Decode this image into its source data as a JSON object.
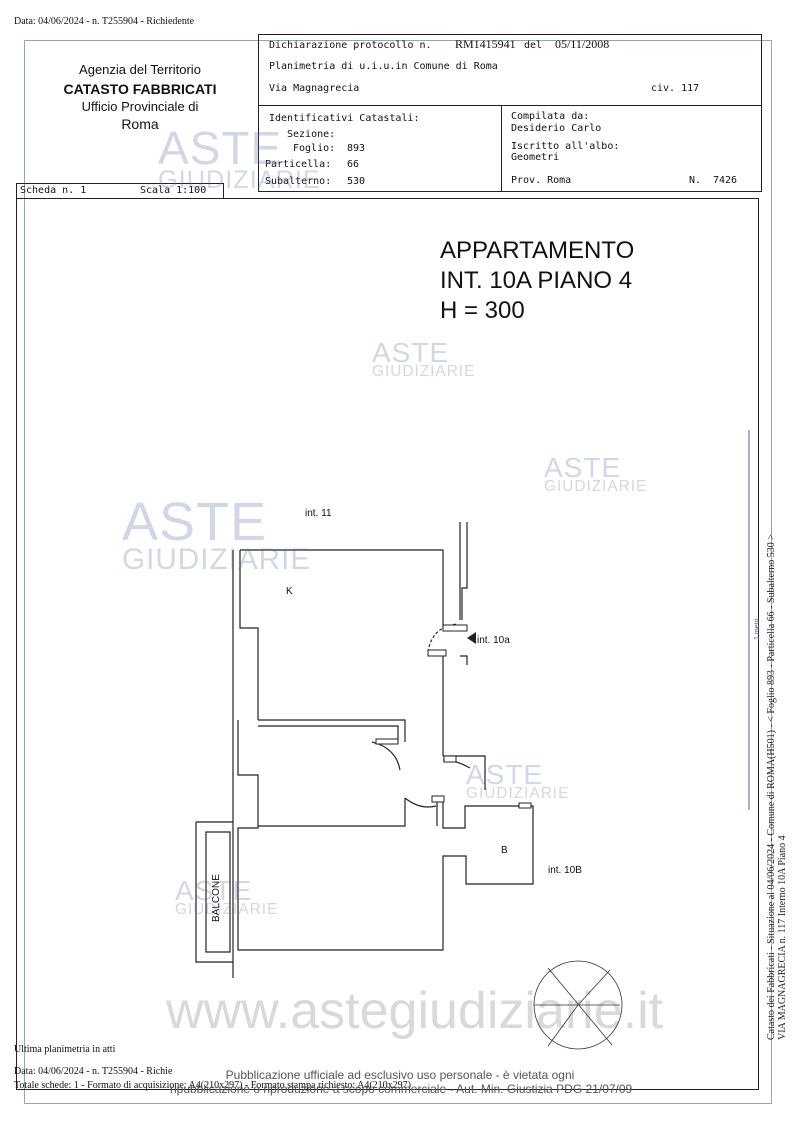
{
  "top_stamp": "Data: 04/06/2024 - n. T255904 - Richiedente",
  "agency": {
    "line1": "Agenzia del Territorio",
    "line2": "CATASTO FABBRICATI",
    "line3": "Ufficio Provinciale di",
    "line4": "Roma"
  },
  "header": {
    "dichiarazione_label": "Dichiarazione protocollo n.",
    "protocol": "RM1415941",
    "del_label": "del",
    "date": "05/11/2008",
    "planimetria": "Planimetria di u.i.u.in Comune di Roma",
    "via": "Via Magnagrecia",
    "civ": "civ. 117",
    "identificativi": "Identificativi Catastali:",
    "sezione": "Sezione:",
    "foglio_label": "Foglio:",
    "foglio": "893",
    "particella_label": "Particella:",
    "particella": "66",
    "subalterno_label": "Subalterno:",
    "subalterno": "530",
    "compilata_label": "Compilata da:",
    "compilata_name": "Desiderio Carlo",
    "iscritto_label": "Iscritto all'albo:",
    "iscritto_value": "Geometri",
    "prov": "Prov. Roma",
    "n_label": "N.",
    "n_value": "7426"
  },
  "scheda": "Scheda n. 1",
  "scala": "Scala 1:100",
  "plan_title": {
    "line1": "APPARTAMENTO",
    "line2": "INT. 10A PIANO 4",
    "line3": "H = 300"
  },
  "labels": {
    "int11": "int. 11",
    "k": "K",
    "int10a": "int. 10a",
    "b": "B",
    "int10b": "int. 10B",
    "balcone": "BALCONE"
  },
  "side_text": {
    "line1": "Catasto dei Fabbricati - Situazione al 04/06/2024 - Comune di ROMA(H501) - < Foglio 893 - Particella 66 - Subalterno 530 >",
    "line2": "VIA MAGNAGRECIA n. 117 Interno 10A Piano 4",
    "scale_mark": "1 metri"
  },
  "watermark": {
    "aste": "ASTE",
    "giudiziarie": "GIUDIZIARIE",
    "site": "www.astegiudiziarie.it"
  },
  "footer": {
    "ultima": "Ultima planimetria in atti",
    "data": "Data: 04/06/2024 - n. T255904 - Richie",
    "totale": "Totale schede: 1 - Formato di acquisizione: A4(210x297) - Formato stampa richiesto: A4(210x297)",
    "pub1": "Pubblicazione ufficiale ad esclusivo uso personale - è vietata ogni",
    "pub2": "ripubblicazione o riproduzione a scopo commerciale - Aut. Min. Giustizia PDG 21/07/09"
  }
}
